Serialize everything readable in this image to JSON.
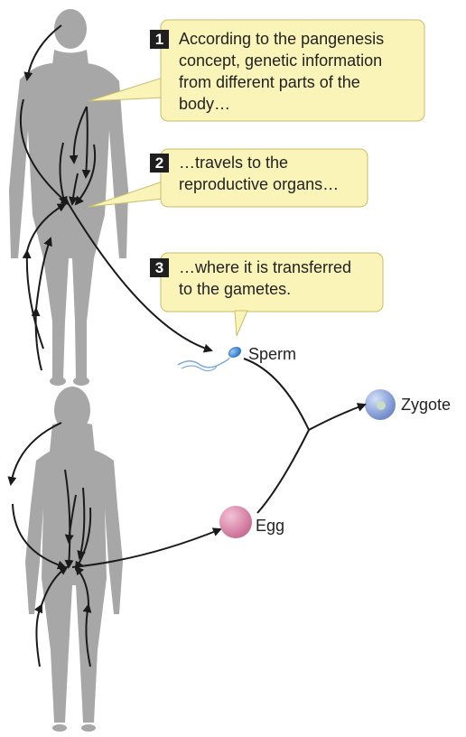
{
  "colors": {
    "figure": "#a7a7a7",
    "callout_fill": "#fbf4b8",
    "callout_stroke": "#c9bd6b",
    "step_badge": "#1f1f1f",
    "arrow": "#1a1a1a",
    "sperm": "#4a8fd8",
    "zygote": "#8fa6db",
    "egg": "#d98aab"
  },
  "callouts": [
    {
      "step": "1",
      "lines": [
        "According to the pangenesis",
        "concept, genetic information",
        "from different parts of the",
        "body…"
      ]
    },
    {
      "step": "2",
      "lines": [
        "…travels to the",
        "reproductive organs…"
      ]
    },
    {
      "step": "3",
      "lines": [
        "…where it is transferred",
        "to the gametes."
      ]
    }
  ],
  "labels": {
    "sperm": "Sperm",
    "egg": "Egg",
    "zygote": "Zygote"
  },
  "icons": {
    "male_figure": "male-body-silhouette",
    "female_figure": "female-body-silhouette",
    "sperm": "sperm-cell",
    "egg": "egg-cell",
    "zygote": "zygote-cell"
  }
}
